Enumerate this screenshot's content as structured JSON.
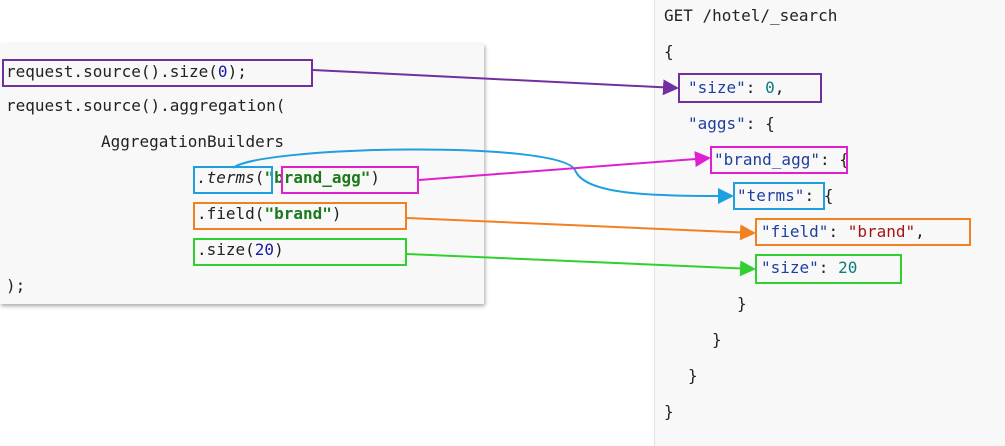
{
  "java": {
    "line1_a": "request.source().size(",
    "line1_num": "0",
    "line1_b": ");",
    "line2": "request.source().aggregation(",
    "line3": "AggregationBuilders",
    "line4_method": ".terms",
    "line4_open": "(",
    "line4_str": "\"brand_agg\"",
    "line4_close": ")",
    "line5_a": ".field(",
    "line5_str": "\"brand\"",
    "line5_b": ")",
    "line6_a": ".size(",
    "line6_num": "20",
    "line6_b": ")",
    "line7": ");"
  },
  "dsl": {
    "request": "GET /hotel/_search",
    "open_brace": "{",
    "size_key": "\"size\"",
    "size_colon": ": ",
    "size_val": "0",
    "size_comma": ",",
    "aggs_key": "\"aggs\"",
    "aggs_rest": ": {",
    "brand_agg_key": "\"brand_agg\"",
    "brand_agg_rest": ": {",
    "terms_key": "\"terms\"",
    "terms_rest": ": {",
    "field_key": "\"field\"",
    "field_colon": ": ",
    "field_val": "\"brand\"",
    "field_comma": ",",
    "size2_key": "\"size\"",
    "size2_colon": ": ",
    "size2_val": "20",
    "close1": "}",
    "close2": "}",
    "close3": "}",
    "close4": "}"
  },
  "colors": {
    "size": "#7030a0",
    "terms": "#1ea0e0",
    "brand_agg": "#e020d0",
    "field": "#f08020",
    "size20": "#30d030"
  }
}
